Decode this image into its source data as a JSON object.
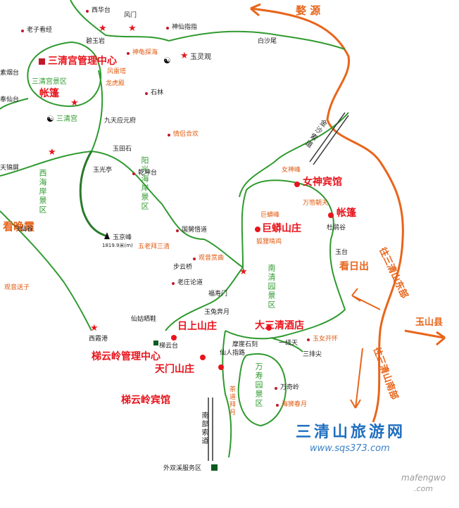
{
  "regions": {
    "wuyuan": "婺 源",
    "yushan_county": "玉山县",
    "to_east": "往三清山东部",
    "to_south": "往三清山南部"
  },
  "scenic_areas": {
    "sanqinggong": "三清宫景区",
    "yangguang": "阳光海岸景区",
    "xihai": "西海岸景区",
    "nanqing": "南清园景区",
    "wanshou": "万寿园景区",
    "jinsha_cable": "金沙索道",
    "south_cable": "南部索道",
    "pavilion_path": "茶道拜月"
  },
  "hotels": {
    "sanqing_mgmt": "三清宫管理中心",
    "tent1": "帐篷",
    "nvshen": "女神宾馆",
    "tent2": "帐篷",
    "jumang": "巨蟒山庄",
    "rishang": "日上山庄",
    "dasanqing": "大三清酒店",
    "tiyunling_mgmt": "梯云岭管理中心",
    "tianmen": "天门山庄",
    "tiyunling": "梯云岭宾馆"
  },
  "views": {
    "kanwanxia": "看晚霞",
    "kanrichu": "看日出"
  },
  "places": {
    "xihuatai": "西华台",
    "fengmen": "风门",
    "laozikanjing": "老子看经",
    "biyuyan": "碧玉岩",
    "shenxianzhizhi": "神仙指指",
    "baishawei": "白沙尾",
    "shenguicaihai": "神龟探海",
    "yulingguan": "玉灵观",
    "sumeiyantai": "素烟台",
    "fengleita": "风雷塔",
    "longhudian": "龙虎殿",
    "shilin": "石林",
    "fengxiantai": "奉仙台",
    "sanqinggong": "三清宫",
    "jiutianyingyuanfu": "九天应元府",
    "qingxinhehuan": "情侣合欢",
    "tianjinping": "天锦屏",
    "yutianshi": "玉田石",
    "yuguangting": "玉光亭",
    "qiankuntai": "乾坤台",
    "nvshenfeng": "女神峰",
    "wanhuchaotian": "万笏朝天",
    "jumangfeng": "巨蟒峰",
    "duejuangu": "杜鹃谷",
    "huliqiji": "狐狸啃鸡",
    "feixiangu": "飞仙谷",
    "yujingfeng": "玉京峰",
    "yujingfeng_alt": "1819.9米(m)",
    "guoshiwuchuan": "国舅悟道",
    "wulaobaisanqing": "五老拜三清",
    "guanyinshangqu": "观音赏曲",
    "yutai": "玉台",
    "buyunqiao": "步云桥",
    "laozhuanglun": "老庄论道",
    "guanyinsongzi": "观音送子",
    "fushoumen": "福寿门",
    "yutubenyue": "玉兔奔月",
    "xianguxieshai": "仙姑晒鞋",
    "xixiagang": "西霞港",
    "modeshijian": "摩崖石刻",
    "yixiantian": "一线天",
    "yunvkaihuai": "玉女开怀",
    "tiyuntai": "梯云台",
    "xianrenzhilu": "仙人指路",
    "sanpaijian": "三排尖",
    "wanqiling": "万奇岭",
    "haishichunyue": "海狮春月",
    "waishuangxi": "外双溪服务区"
  },
  "watermark": {
    "cn": "三清山旅游网",
    "url": "www.sqs373.com",
    "site1": "mafengwo",
    "site2": ".com"
  },
  "colors": {
    "orange": "#e8651b",
    "green": "#2f9a2f",
    "red": "#e8141c",
    "blue": "#1f6fbf"
  }
}
